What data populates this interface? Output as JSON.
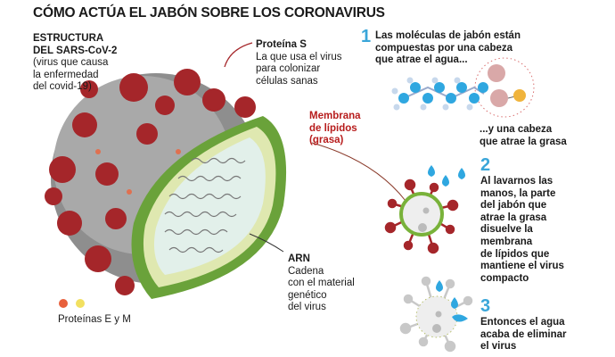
{
  "title": "CÓMO ACTÚA EL JABÓN SOBRE LOS CORONAVIRUS",
  "structure": {
    "heading_lines": [
      "ESTRUCTURA",
      "DEL SARS-CoV-2"
    ],
    "desc_lines": [
      "(virus que causa",
      "la enfermedad",
      "del covid-19)"
    ]
  },
  "protein_s": {
    "heading": "Proteína S",
    "desc_lines": [
      "La que usa el virus",
      "para colonizar",
      "células sanas"
    ]
  },
  "membrane": {
    "heading_lines": [
      "Membrana",
      "de lípidos",
      "(grasa)"
    ]
  },
  "rna": {
    "heading": "ARN",
    "desc_lines": [
      "Cadena",
      "con el material",
      "genético",
      "del virus"
    ]
  },
  "proteins_em": {
    "label": "Proteínas E y M"
  },
  "steps": [
    {
      "number": "1",
      "lines": [
        "Las moléculas de jabón están",
        "compuestas por una cabeza",
        "que atrae el agua..."
      ],
      "extra_lines": [
        "...y una cabeza",
        "que atrae la grasa"
      ]
    },
    {
      "number": "2",
      "lines": [
        "Al lavarnos las",
        "manos, la parte",
        "del jabón que",
        "atrae la grasa",
        "disuelve la",
        "membrana",
        "de lípidos que",
        "mantiene el virus",
        "compacto"
      ]
    },
    {
      "number": "3",
      "lines": [
        "Entonces el agua",
        "acaba de eliminar",
        "el virus"
      ]
    }
  ],
  "colors": {
    "accent_blue": "#3aa6d9",
    "virus_red": "#a5262a",
    "membrane_green": "#6aa23a",
    "lipid_yellow": "#f0b43c"
  }
}
